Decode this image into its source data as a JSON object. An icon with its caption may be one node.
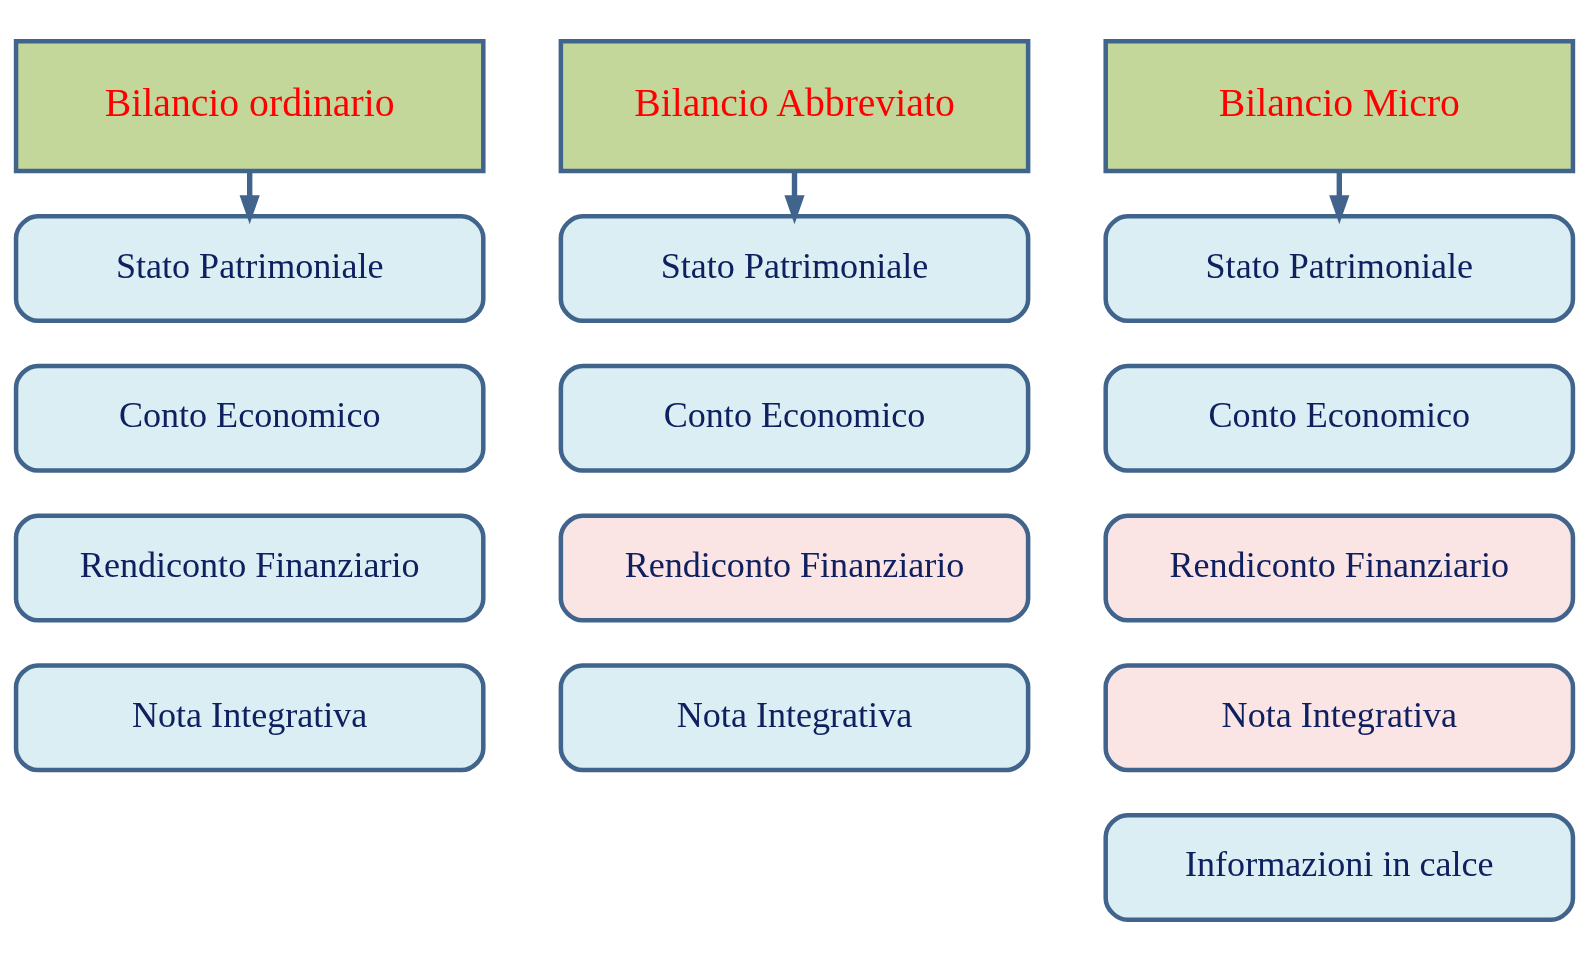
{
  "diagram": {
    "nodes": [
      {
        "text": [
          "Bilancio ordinario"
        ]
      },
      {
        "text": [
          "Bilancio Abbreviato"
        ]
      },
      {
        "text": [
          "Bilancio Micro"
        ]
      },
      {
        "text": [
          "Stato Patrimoniale"
        ]
      },
      {
        "text": [
          "Conto Economico"
        ]
      },
      {
        "text": [
          "Rendiconto Finanziario"
        ]
      },
      {
        "text": [
          "Nota Integrativa"
        ]
      },
      {
        "text": [
          "Stato Patrimoniale"
        ]
      },
      {
        "text": [
          "Conto Economico"
        ]
      },
      {
        "text": [
          "Rendiconto Finanziario"
        ]
      },
      {
        "text": [
          "Nota Integrativa"
        ]
      },
      {
        "text": [
          "Stato Patrimoniale"
        ]
      },
      {
        "text": [
          "Conto Economico"
        ]
      },
      {
        "text": [
          "Rendiconto Finanziario"
        ]
      },
      {
        "text": [
          "Nota Integrativa"
        ]
      },
      {
        "text": [
          "Informazioni in calce"
        ]
      }
    ],
    "edges": [
      {
        "from": 0,
        "to": 3,
        "arrow": "to"
      },
      {
        "from": 1,
        "to": 7,
        "arrow": "to"
      },
      {
        "from": 2,
        "to": 11,
        "arrow": "to"
      }
    ]
  }
}
